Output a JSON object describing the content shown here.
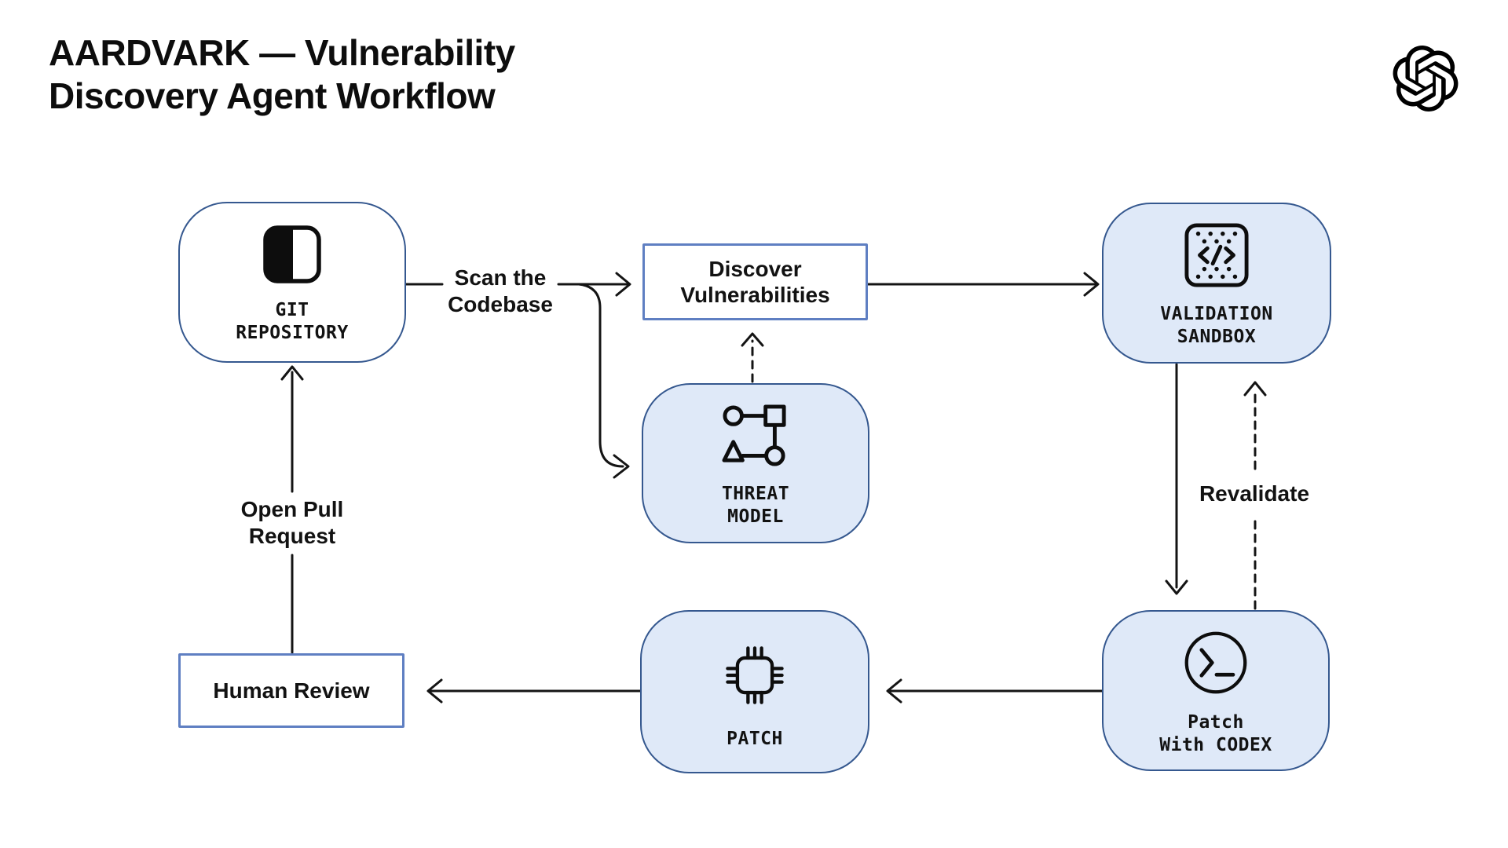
{
  "title": "AARDVARK — Vulnerability\nDiscovery Agent Workflow",
  "logo": {
    "name": "openai-logo"
  },
  "nodes": {
    "git_repository": {
      "label": "GIT\nREPOSITORY",
      "icon": "repository-icon"
    },
    "discover_vulnerabilities": {
      "label": "Discover\nVulnerabilities"
    },
    "threat_model": {
      "label": "THREAT\nMODEL",
      "icon": "threat-model-icon"
    },
    "validation_sandbox": {
      "label": "VALIDATION\nSANDBOX",
      "icon": "sandbox-code-icon"
    },
    "patch_with_codex": {
      "label": "Patch\nWith CODEX",
      "icon": "terminal-icon"
    },
    "patch": {
      "label": "PATCH",
      "icon": "chip-icon"
    },
    "human_review": {
      "label": "Human Review"
    }
  },
  "edges": {
    "scan_the_codebase": "Scan the\nCodebase",
    "revalidate": "Revalidate",
    "open_pull_request": "Open Pull\nRequest"
  },
  "colors": {
    "background": "#ffffff",
    "title_text": "#0d0d0d",
    "node_border": "#35588f",
    "rect_border": "#5f7fc2",
    "node_fill": "#dfe9f8",
    "white_fill": "#ffffff",
    "arrow": "#141414",
    "label_text": "#121212"
  }
}
